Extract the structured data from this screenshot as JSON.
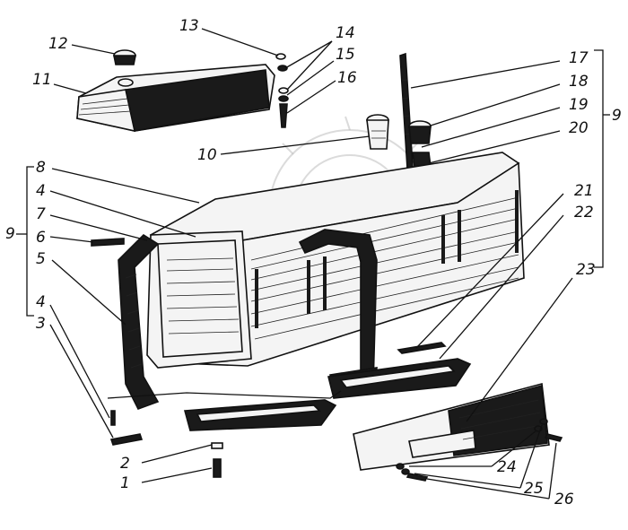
{
  "labels": {
    "l1": "1",
    "l2": "2",
    "l3": "3",
    "l4a": "4",
    "l4b": "4",
    "l5": "5",
    "l6": "6",
    "l7": "7",
    "l8": "8",
    "l9a": "9",
    "l9b": "9",
    "l10": "10",
    "l11": "11",
    "l12": "12",
    "l13": "13",
    "l14": "14",
    "l15": "15",
    "l16": "16",
    "l17": "17",
    "l18": "18",
    "l19": "19",
    "l20": "20",
    "l21": "21",
    "l22": "22",
    "l23": "23",
    "l24": "24",
    "l25": "25",
    "l26": "26"
  },
  "colors": {
    "ink": "#111111",
    "paper": "#ffffff",
    "watermark": "#bdbdbd"
  }
}
